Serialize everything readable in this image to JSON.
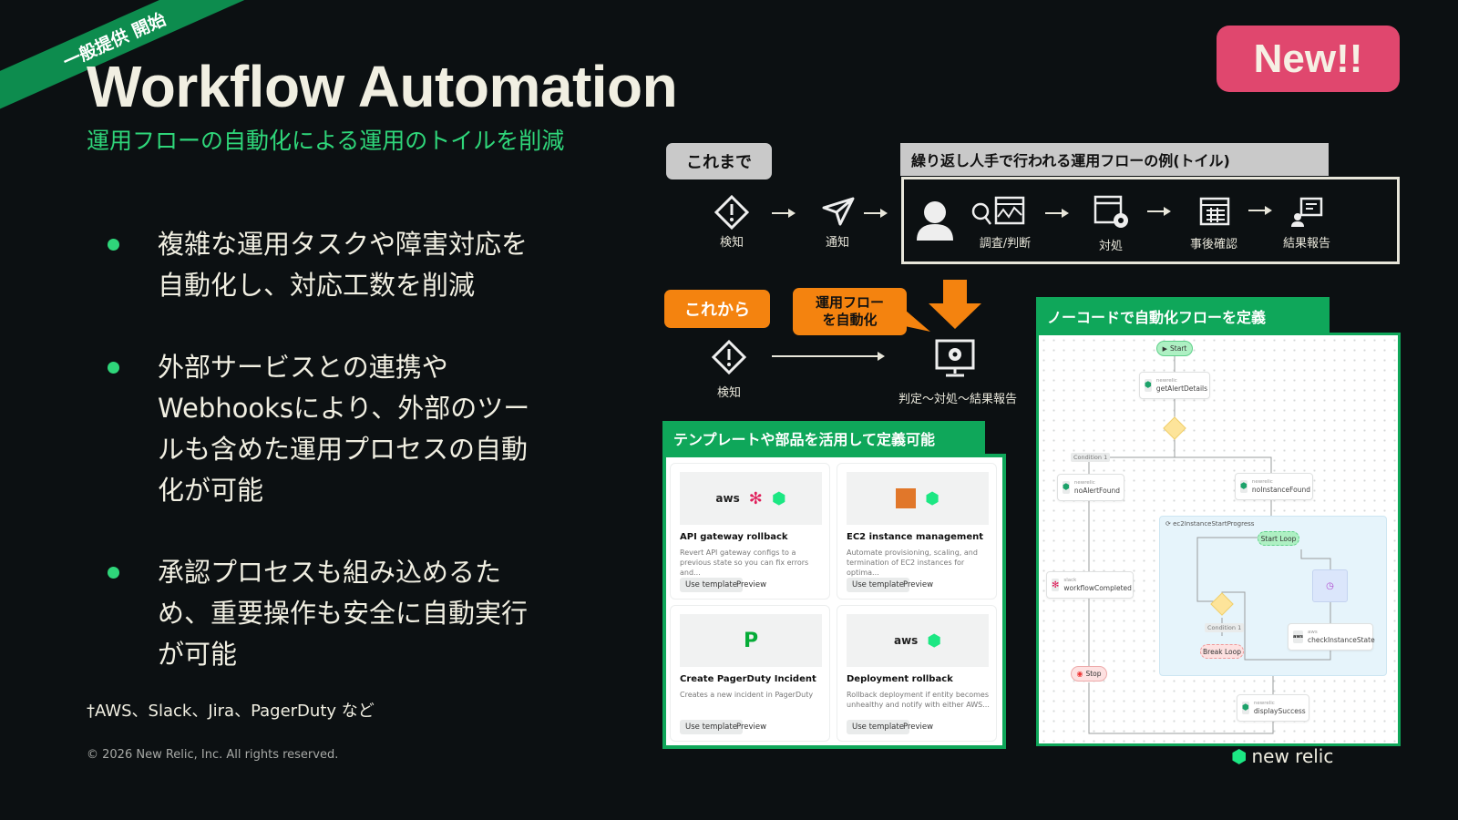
{
  "ribbon": "一般提供 開始",
  "title": "Workflow Automation",
  "subtitle": "運用フローの自動化による運用のトイルを削減",
  "new_badge": "New!!",
  "bullets": [
    {
      "lines": [
        "複雑な運用タスクや障害対応を",
        "自動化し、対応工数を削減"
      ]
    },
    {
      "lines": [
        "外部サービスとの連携や",
        "Webhooksにより、外部のツー",
        "ルも含めた運用プロセスの自動",
        "化が可能"
      ]
    },
    {
      "lines": [
        "承認プロセスも組み込めるた",
        "め、重要操作も安全に自動実行",
        "が可能"
      ]
    }
  ],
  "footnote": "†AWS、Slack、Jira、PagerDuty など",
  "copyright": "© 2026 New Relic, Inc. All rights reserved.",
  "before": {
    "tag": "これまで",
    "toil_header": "繰り返し人手で行われる運用フローの例(トイル)",
    "steps": [
      "検知",
      "通知",
      "調査/判断",
      "対処",
      "事後確認",
      "結果報告"
    ]
  },
  "after": {
    "tag": "これから",
    "callout": [
      "運用フロー",
      "を自動化"
    ],
    "detect": "検知",
    "result": "判定～対処～結果報告"
  },
  "templates": {
    "header": "テンプレートや部品を活用して定義可能",
    "cards": [
      {
        "title": "API gateway rollback",
        "desc": "Revert API gateway configs to a previous state so you can fix errors and...",
        "use": "Use template",
        "preview": "Preview"
      },
      {
        "title": "EC2 instance management",
        "desc": "Automate provisioning, scaling, and termination of EC2 instances for optima...",
        "use": "Use template",
        "preview": "Preview"
      },
      {
        "title": "Create PagerDuty Incident",
        "desc": "Creates a new incident in PagerDuty",
        "use": "Use template",
        "preview": "Preview"
      },
      {
        "title": "Deployment rollback",
        "desc": "Rollback deployment if entity becomes unhealthy and notify with either AWS...",
        "use": "Use template",
        "preview": "Preview"
      }
    ]
  },
  "nocode": {
    "header": "ノーコードで自動化フローを定義",
    "flow": {
      "start": "Start",
      "stop": "Stop",
      "condition": "Condition 1",
      "loop_group": "ec2InstanceStartProgress",
      "start_loop": "Start Loop",
      "break_loop": "Break Loop",
      "nodes": [
        {
          "provider": "newrelic",
          "name": "getAlertDetails"
        },
        {
          "provider": "newrelic",
          "name": "noAlertFound"
        },
        {
          "provider": "newrelic",
          "name": "noInstanceFound"
        },
        {
          "provider": "slack",
          "name": "workflowCompleted"
        },
        {
          "provider": "aws",
          "name": "checkInstanceState"
        },
        {
          "provider": "newrelic",
          "name": "displaySuccess"
        }
      ]
    }
  },
  "logo": "new relic",
  "colors": {
    "green": "#2fd67a",
    "brand_green": "#0fa75a",
    "orange": "#f4830f",
    "pink": "#e0476e"
  }
}
